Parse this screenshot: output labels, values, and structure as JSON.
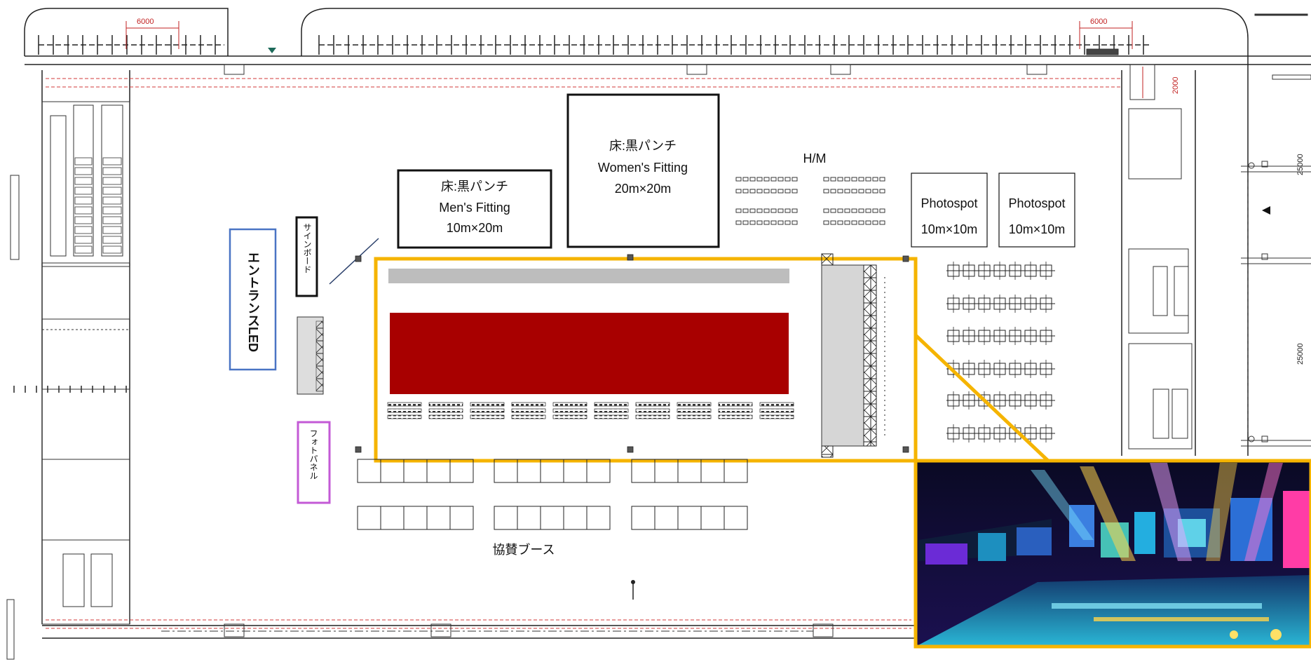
{
  "labels": {
    "womens_floor": "床:黒パンチ",
    "womens_name": "Women's Fitting",
    "womens_size": "20m×20m",
    "mens_floor": "床:黒パンチ",
    "mens_name": "Men's Fitting",
    "mens_size": "10m×20m",
    "hm": "H/M",
    "photospot1_name": "Photospot",
    "photospot1_size": "10m×10m",
    "photospot2_name": "Photospot",
    "photospot2_size": "10m×10m",
    "signboard": "サインボード",
    "entrance_led": "エントランスLED",
    "photo_panel": "フォトパネル",
    "sponsor_booth": "協賛ブース"
  },
  "dimensions": {
    "top_left": "6000",
    "top_right": "6000",
    "right_small": "2000",
    "right_upper": "25000",
    "right_lower": "25000"
  },
  "colors": {
    "highlight": "#f5b400",
    "stage": "#a80000",
    "entrance_box": "#4a74c4",
    "photo_panel_box": "#c35ad6",
    "guide_red": "#d23a3a"
  }
}
